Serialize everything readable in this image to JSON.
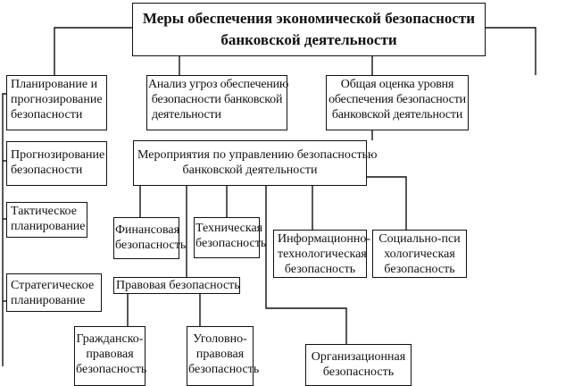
{
  "title": {
    "line1": "Меры обеспечения экономической безопасности",
    "line2": "банковской деятельности"
  },
  "top_children": [
    {
      "lines": [
        "Планирование и",
        "прогнозирование",
        "безопасности"
      ]
    },
    {
      "lines": [
        "Анализ угроз обеспечению",
        "безопасности банковской",
        "деятельности"
      ]
    },
    {
      "lines": [
        "Общая оценка уровня",
        "обеспечения безопасности",
        "банковской деятельности"
      ]
    }
  ],
  "planning_children": [
    {
      "lines": [
        "Прогнозирование",
        "безопасности"
      ]
    },
    {
      "lines": [
        "Тактическое",
        "планирование"
      ]
    },
    {
      "lines": [
        "Стратегическое",
        "планирование"
      ]
    }
  ],
  "measures": {
    "lines": [
      "Мероприятия по управлению безопасностью",
      "банковской деятельности"
    ]
  },
  "measures_children": [
    {
      "lines": [
        "Финансовая",
        "безопасность"
      ]
    },
    {
      "lines": [
        "Техническая",
        "безопасность"
      ]
    },
    {
      "lines": [
        "Информационно-",
        "технологическая",
        "безопасность"
      ]
    },
    {
      "lines": [
        "Социально-пси",
        "хологическая",
        "безопасность"
      ]
    },
    {
      "lines": [
        "Правовая безопасность"
      ]
    },
    {
      "lines": [
        "Организационная",
        "безопасность"
      ]
    }
  ],
  "legal_children": [
    {
      "lines": [
        "Гражданско-",
        "правовая",
        "безопасность"
      ]
    },
    {
      "lines": [
        "Уголовно-",
        "правовая",
        "безопасность"
      ]
    }
  ]
}
